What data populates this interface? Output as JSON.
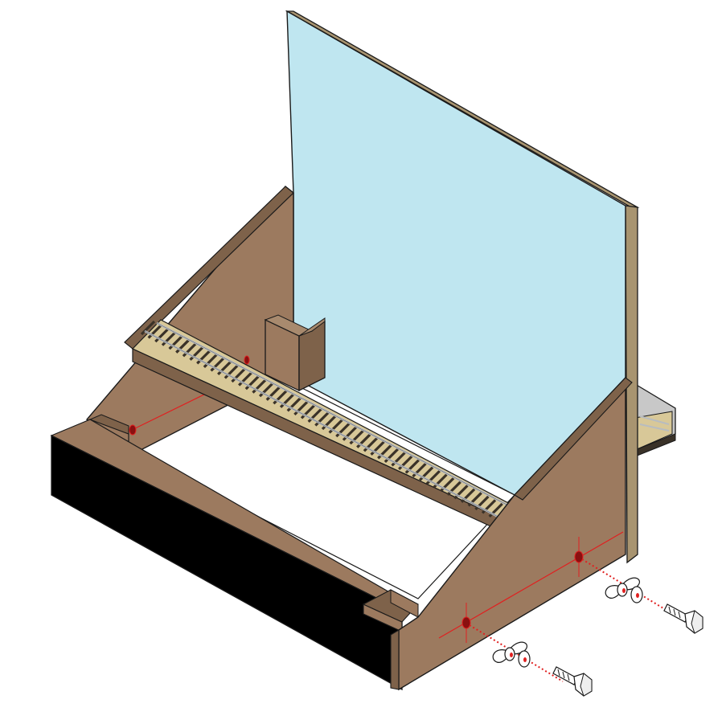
{
  "diagram": {
    "type": "exploded isometric assembly drawing",
    "colors": {
      "backdrop": "#bfe6f0",
      "backdrop_edge": "#a89470",
      "wood": "#9c7a5f",
      "wood_dark": "#7e624a",
      "front_fascia": "#000000",
      "track_bed": "#d8c898",
      "sleeper": "#3a3228",
      "rail": "#b8bcc0",
      "guide_line": "#e02020",
      "hole": "#8a1010",
      "outline": "#1a1a1a",
      "hardware": "#ffffff"
    },
    "parts": [
      "backdrop-panel",
      "left-side-bracket",
      "right-side-bracket",
      "front-fascia-board",
      "track-shelf",
      "centre-support-block",
      "left-corner-block",
      "right-corner-block",
      "adjacent-module-stub",
      "wing-nut",
      "washer",
      "hex-bolt"
    ],
    "fasteners": [
      {
        "label": "upper-fixing",
        "parts": [
          "wing-nut",
          "washer",
          "hex-bolt"
        ]
      },
      {
        "label": "lower-fixing",
        "parts": [
          "wing-nut",
          "washer",
          "hex-bolt"
        ]
      }
    ]
  }
}
